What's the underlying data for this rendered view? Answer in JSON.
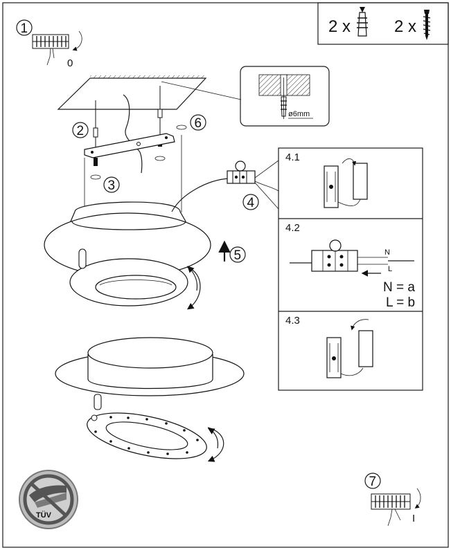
{
  "parts_box": {
    "dowel_count": "2 x",
    "screw_count": "2 x",
    "dowel_icon": "wall-plug-icon",
    "screw_icon": "wood-screw-icon"
  },
  "steps": {
    "s1": "1",
    "s2": "2",
    "s3": "3",
    "s4": "4",
    "s5": "5",
    "s6": "6",
    "s7": "7"
  },
  "switch_labels": {
    "off": "0",
    "on": "I"
  },
  "drill_callout": {
    "diameter": "ø6mm"
  },
  "wiring_panels": {
    "p1_label": "4.1",
    "p2_label": "4.2",
    "p3_label": "4.3",
    "wire_n": "N",
    "wire_l": "L",
    "legend_n": "N = a",
    "legend_l": "L = b"
  },
  "warning_badge": {
    "text": "TÜV",
    "icon": "no-insulation-cover-icon"
  }
}
